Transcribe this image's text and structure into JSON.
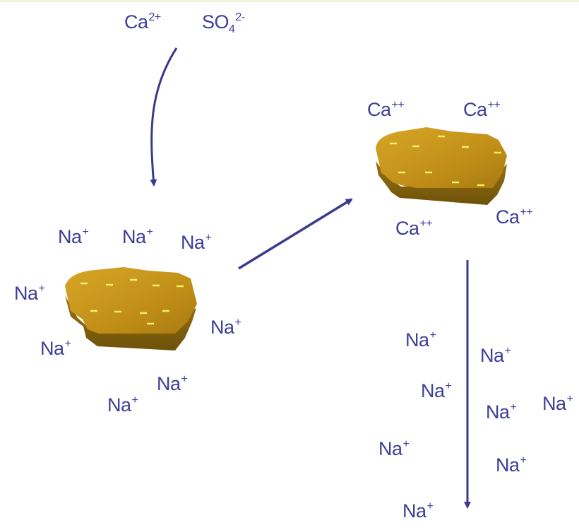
{
  "reactants": {
    "calcium": {
      "base": "Ca",
      "charge": "2+"
    },
    "sulfate": {
      "base": "SO",
      "sub": "4",
      "charge": "2-"
    }
  },
  "particle_before": {
    "sodium_ions": [
      {
        "base": "Na",
        "charge": "+"
      },
      {
        "base": "Na",
        "charge": "+"
      },
      {
        "base": "Na",
        "charge": "+"
      },
      {
        "base": "Na",
        "charge": "+"
      },
      {
        "base": "Na",
        "charge": "+"
      },
      {
        "base": "Na",
        "charge": "+"
      },
      {
        "base": "Na",
        "charge": "+"
      },
      {
        "base": "Na",
        "charge": "+"
      }
    ]
  },
  "particle_after": {
    "calcium_ions": [
      {
        "base": "Ca",
        "charge": "++"
      },
      {
        "base": "Ca",
        "charge": "++"
      },
      {
        "base": "Ca",
        "charge": "++"
      },
      {
        "base": "Ca",
        "charge": "++"
      }
    ]
  },
  "released_sodium": [
    {
      "base": "Na",
      "charge": "+"
    },
    {
      "base": "Na",
      "charge": "+"
    },
    {
      "base": "Na",
      "charge": "+"
    },
    {
      "base": "Na",
      "charge": "+"
    },
    {
      "base": "Na",
      "charge": "+"
    },
    {
      "base": "Na",
      "charge": "+"
    },
    {
      "base": "Na",
      "charge": "+"
    },
    {
      "base": "Na",
      "charge": "+"
    }
  ],
  "colors": {
    "ion_text": "#3d3d99",
    "arrow": "#3a3a8c",
    "particle_top": "#c9971c",
    "particle_side": "#8a6610",
    "negative_mark": "#f5ee6a"
  }
}
